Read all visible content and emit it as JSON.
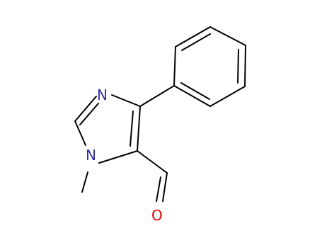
{
  "molecule": {
    "atoms": {
      "n3": {
        "text": "N",
        "color": "#2f2f9f"
      },
      "n1": {
        "text": "N",
        "color": "#2f2f9f"
      },
      "o": {
        "text": "O",
        "color": "#e00000"
      }
    },
    "bond_color": "#000000"
  }
}
